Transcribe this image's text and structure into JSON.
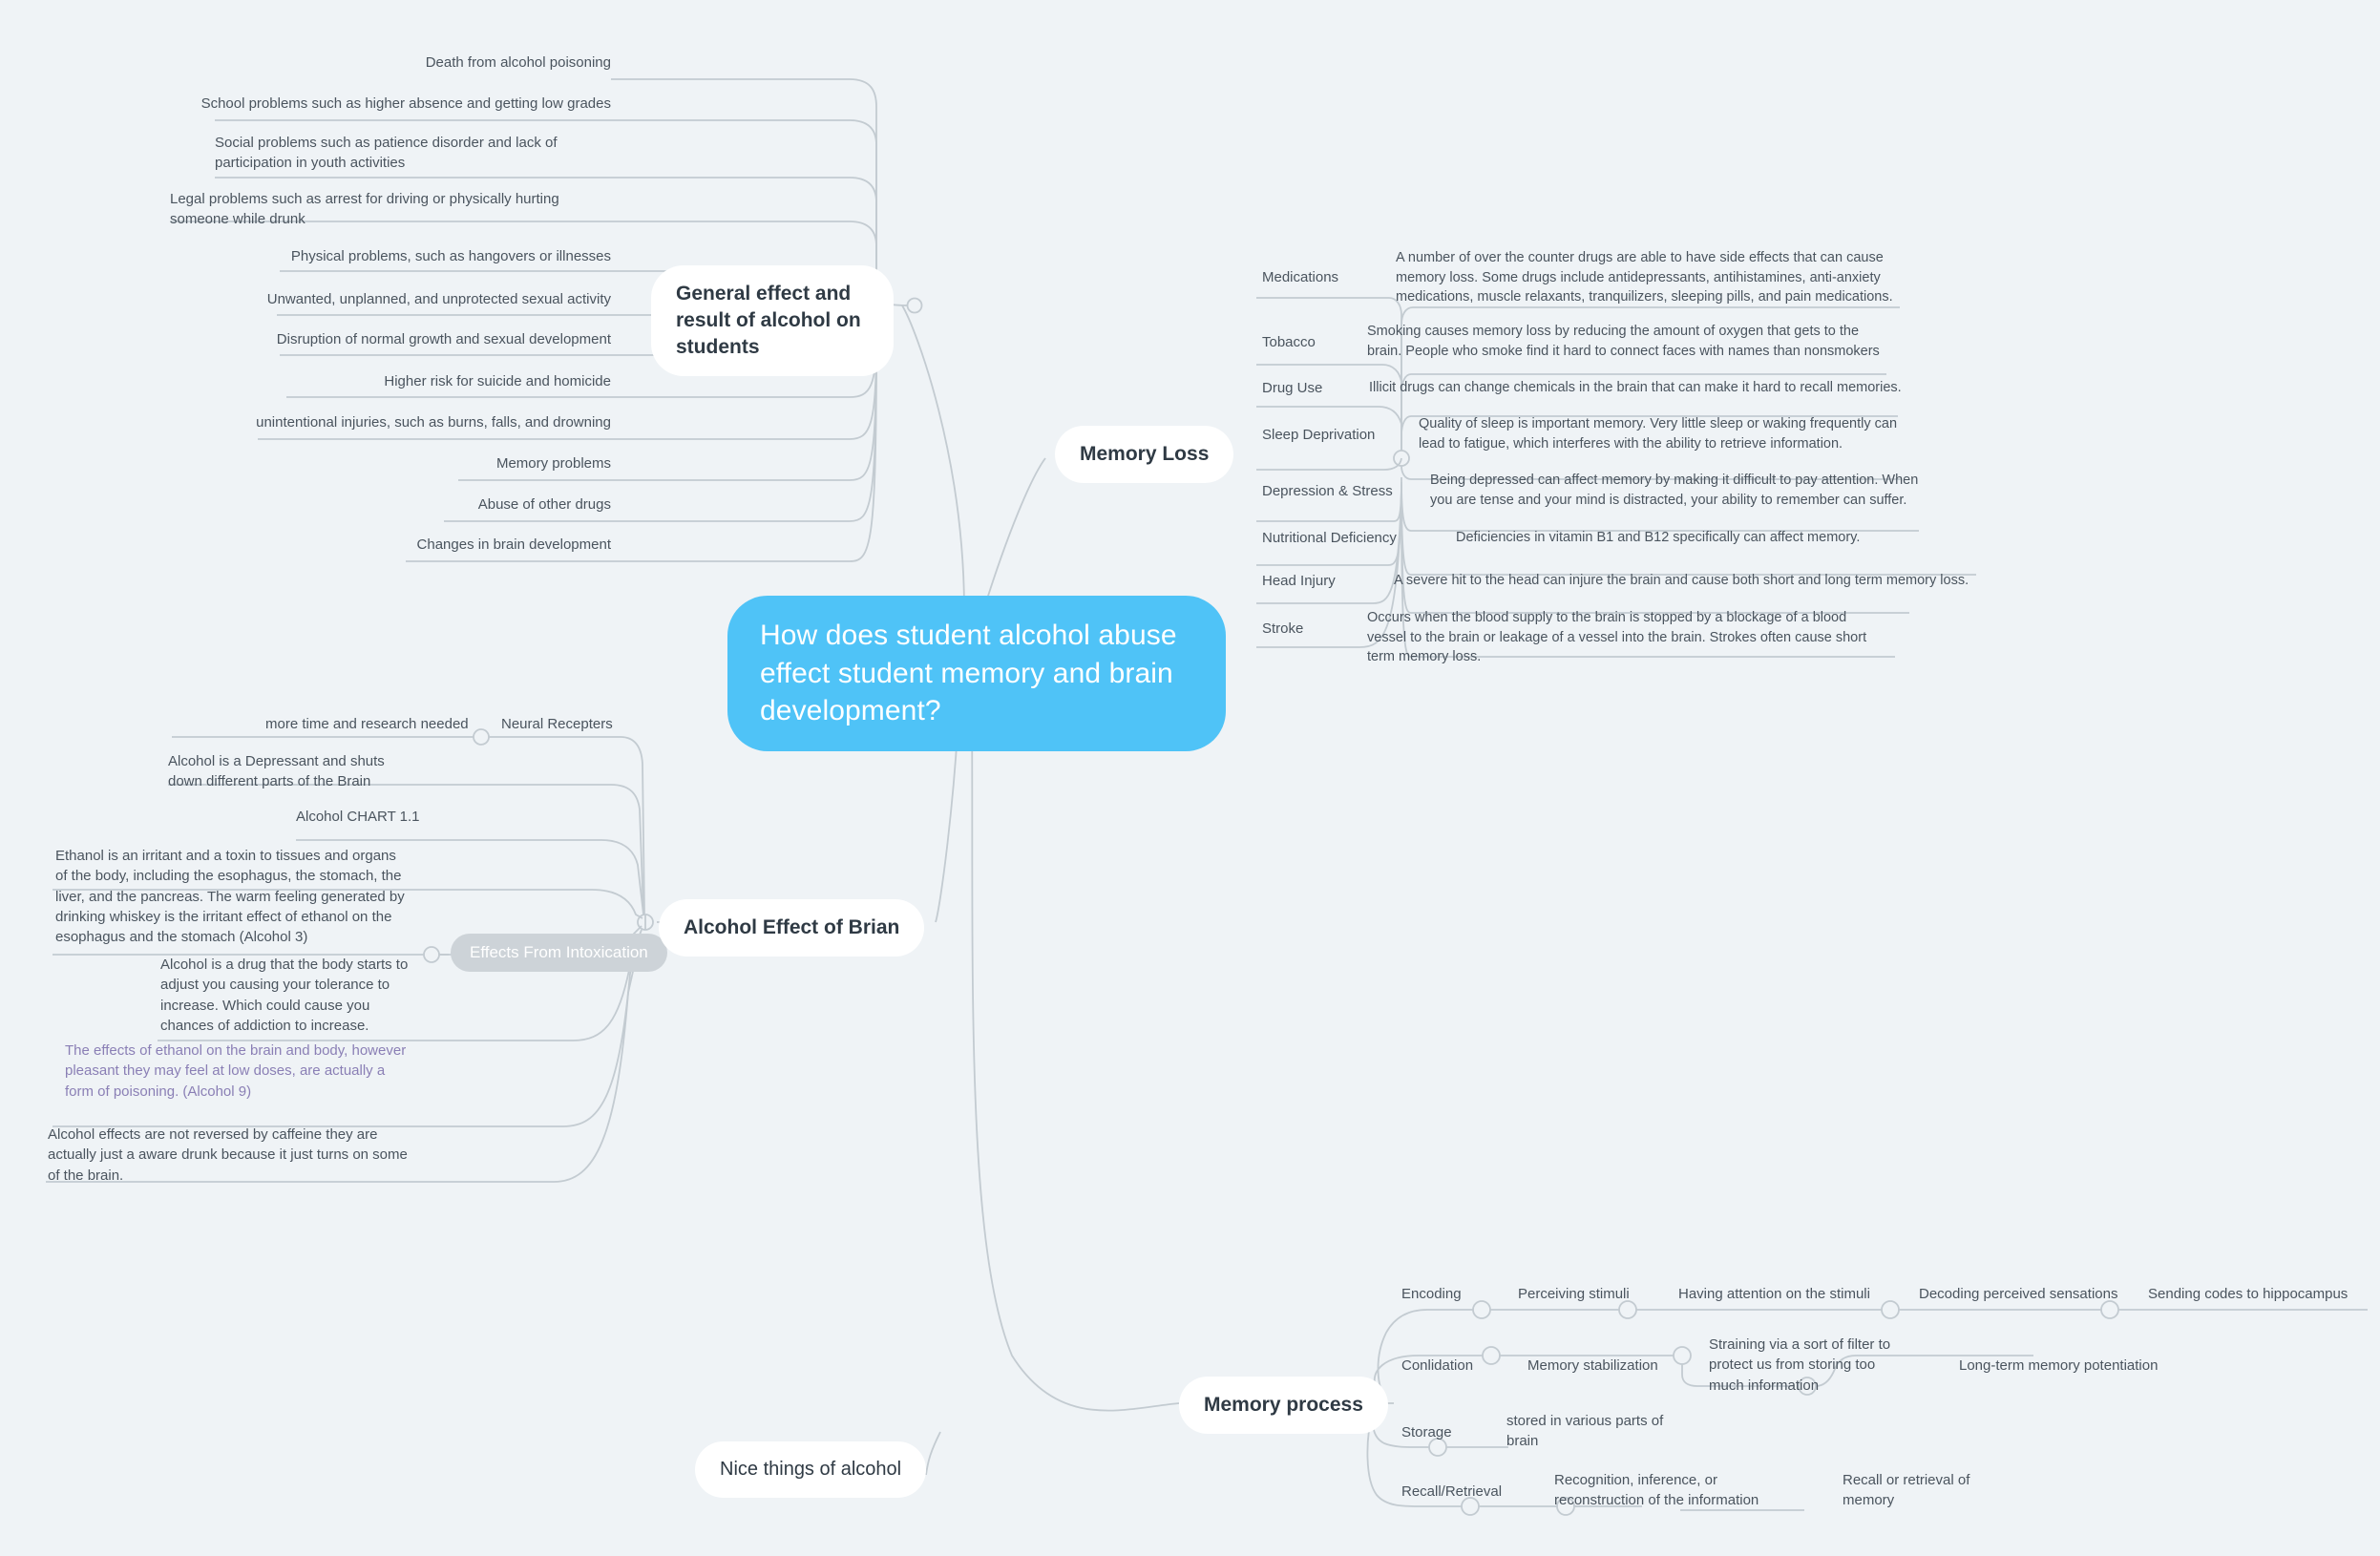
{
  "root": {
    "label": "How does student alcohol abuse effect student memory and brain development?",
    "color": "#4fc3f7"
  },
  "theme": {
    "background": "#eff3f6",
    "node_fill": "#ffffff",
    "text": "#2f3a44",
    "leaf_text": "#4a545e",
    "edge": "#c3cbd1",
    "gray_pill": "#cdd3d8",
    "accent_purple": "#8a7fb5"
  },
  "branches": [
    {
      "id": "general-effect",
      "label": "General effect and result of alcohol on students",
      "children": [
        {
          "label": "Death from alcohol poisoning"
        },
        {
          "label": "School problems such as higher absence and getting low grades"
        },
        {
          "label": "Social problems such as patience disorder and lack of participation in youth activities"
        },
        {
          "label": "Legal problems  such as arrest for driving or physically hurting someone while drunk"
        },
        {
          "label": "Physical problems, such as hangovers or illnesses"
        },
        {
          "label": "Unwanted, unplanned, and unprotected sexual activity"
        },
        {
          "label": "Disruption of normal growth and sexual development"
        },
        {
          "label": "Higher risk for suicide and homicide"
        },
        {
          "label": "unintentional injuries, such as burns, falls, and drowning"
        },
        {
          "label": "Memory problems"
        },
        {
          "label": "Abuse of other drugs"
        },
        {
          "label": "Changes in brain development"
        }
      ]
    },
    {
      "id": "memory-loss",
      "label": "Memory Loss",
      "children": [
        {
          "label": "Medications",
          "detail": "A number of over the counter drugs are able to have side effects that can cause memory loss. Some drugs include antidepressants, antihistamines, anti-anxiety medications, muscle relaxants, tranquilizers, sleeping pills, and pain medications."
        },
        {
          "label": "Tobacco",
          "detail": "Smoking causes memory loss by reducing the amount of oxygen that gets to the brain. People who smoke find it hard to connect faces with names than nonsmokers"
        },
        {
          "label": "Drug Use",
          "detail": "Illicit drugs can change chemicals in the brain that can make it hard to recall memories."
        },
        {
          "label": "Sleep Deprivation",
          "detail": "Quality of sleep is important memory. Very little sleep or waking frequently can lead to fatigue, which interferes with the ability to retrieve information."
        },
        {
          "label": "Depression & Stress",
          "detail": "Being depressed can affect memory by making it difficult to pay attention. When you are tense and your mind is distracted, your ability to remember can suffer."
        },
        {
          "label": "Nutritional Deficiency",
          "detail": "Deficiencies in vitamin B1 and B12 specifically can affect memory."
        },
        {
          "label": "Head Injury",
          "detail": "A severe hit to the head can injure the brain and cause both short and long term memory loss."
        },
        {
          "label": "Stroke",
          "detail": "Occurs when the blood supply to the brain is stopped by a blockage of a blood vessel to the brain or leakage of a vessel into the brain. Strokes often cause short term memory loss."
        }
      ]
    },
    {
      "id": "alcohol-effect-brian",
      "label": "Alcohol Effect of Brian",
      "children": [
        {
          "label": "Neural Recepters",
          "detail": "more time and research needed"
        },
        {
          "label": "Alcohol is a Depressant and shuts down different parts of the Brain"
        },
        {
          "label": "Alcohol CHART 1.1"
        },
        {
          "label": "Ethanol is an irritant and a toxin to tissues and organs of the body, including the esophagus, the stomach, the liver, and the pancreas. The warm feeling generated by drinking whiskey is the irritant effect of ethanol on the esophagus and the stomach (Alcohol 3)"
        },
        {
          "label": "Effects From Intoxication",
          "style": "gray-pill"
        },
        {
          "label": "Alcohol is a drug that the body starts to adjust you causing your tolerance to increase. Which could cause you chances of addiction to increase."
        },
        {
          "label": "The effects of ethanol on the brain and body, however pleasant they may feel at low doses, are actually a form of poisoning. (Alcohol 9)",
          "style": "purple"
        },
        {
          "label": "Alcohol effects are not reversed by caffeine they are actually just a aware drunk because it just turns on some of the brain."
        }
      ]
    },
    {
      "id": "nice-things",
      "label": "Nice things of alcohol",
      "children": []
    },
    {
      "id": "memory-process",
      "label": "Memory process",
      "children": [
        {
          "label": "Encoding",
          "steps": [
            "Perceiving stimuli",
            "Having attention on the stimuli",
            "Decoding perceived sensations",
            "Sending codes to hippocampus"
          ]
        },
        {
          "label": "Conlidation",
          "steps": [
            "Memory stabilization",
            "Straining via a sort of filter to protect us from storing too much information",
            "Long-term memory potentiation"
          ]
        },
        {
          "label": "Storage",
          "steps": [
            "stored in various parts of brain"
          ]
        },
        {
          "label": "Recall/Retrieval",
          "steps": [
            "Recognition, inference, or reconstruction of the information",
            "Recall or retrieval of memory"
          ]
        }
      ]
    }
  ]
}
